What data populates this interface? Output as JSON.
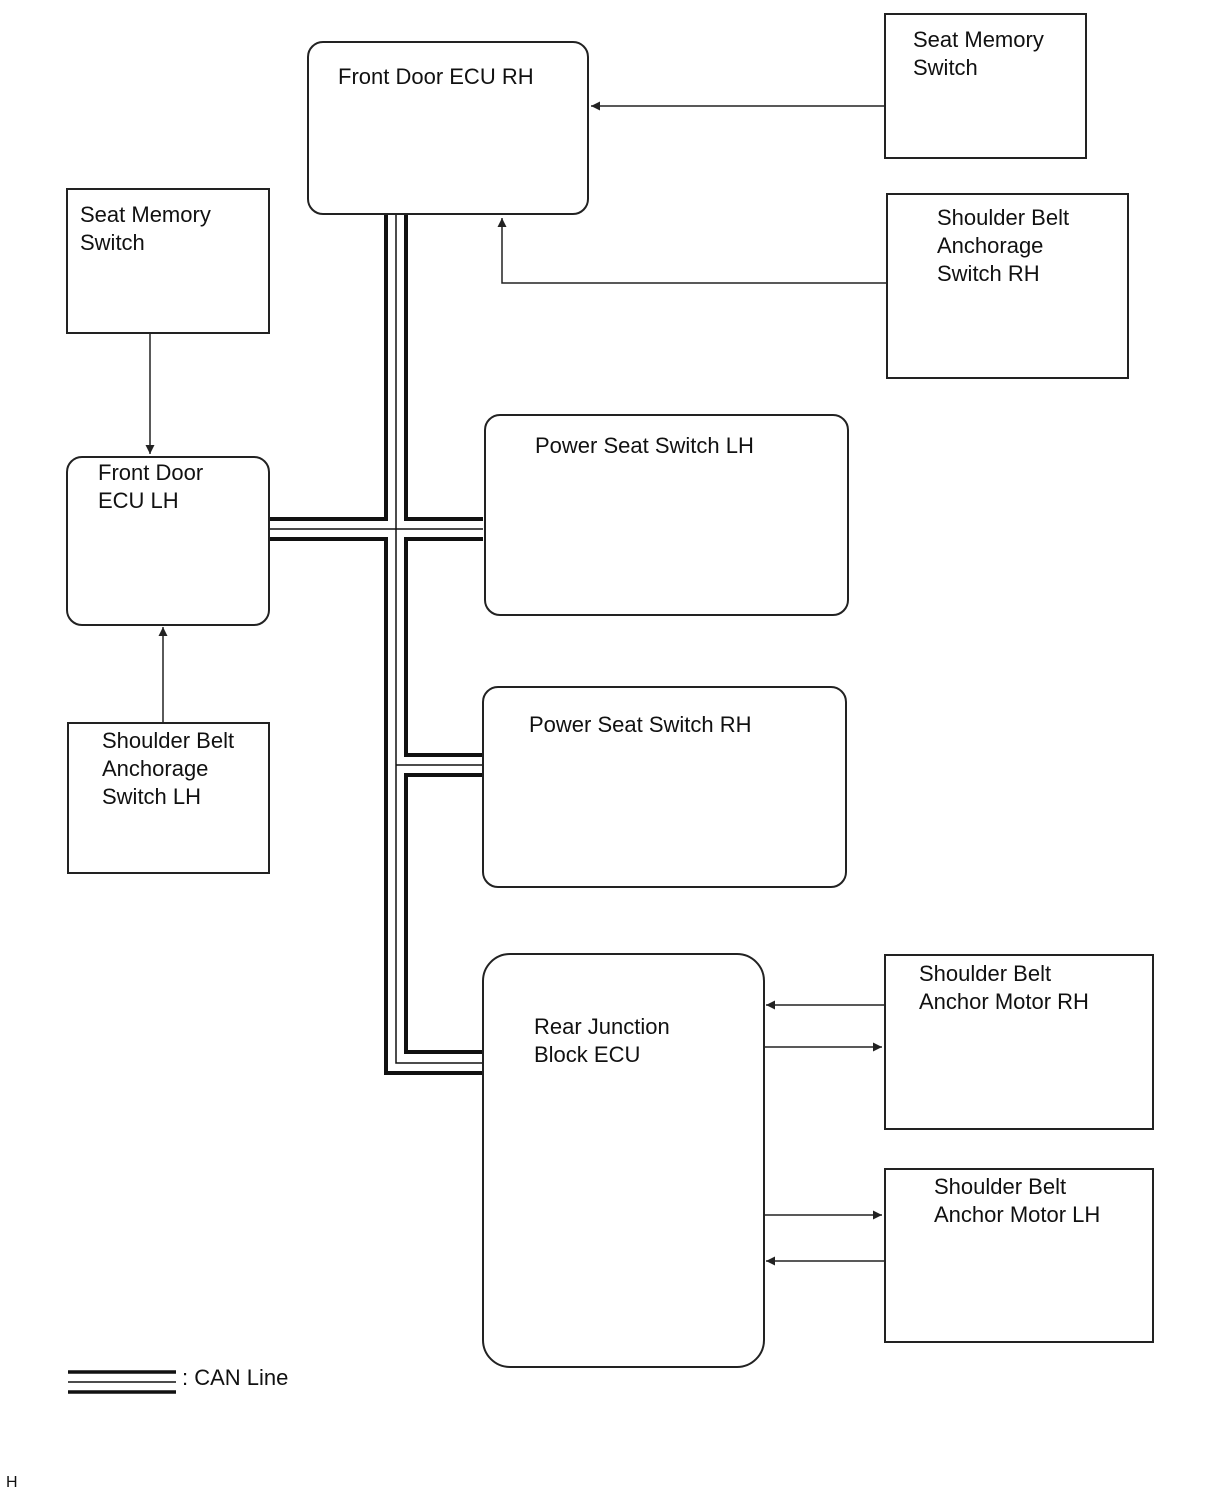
{
  "nodes": {
    "front_door_ecu_rh": "Front Door ECU RH",
    "seat_memory_switch_rh": "Seat Memory\nSwitch",
    "shoulder_belt_anchorage_switch_rh": "Shoulder Belt\nAnchorage\nSwitch RH",
    "seat_memory_switch_lh": "Seat Memory\nSwitch",
    "front_door_ecu_lh": "Front Door\nECU LH",
    "shoulder_belt_anchorage_switch_lh": "Shoulder Belt\nAnchorage\nSwitch LH",
    "power_seat_switch_lh": "Power Seat Switch LH",
    "power_seat_switch_rh": "Power Seat Switch RH",
    "rear_junction_block_ecu": "Rear Junction\nBlock ECU",
    "shoulder_belt_anchor_motor_rh": "Shoulder Belt\nAnchor Motor RH",
    "shoulder_belt_anchor_motor_lh": "Shoulder Belt\nAnchor Motor LH"
  },
  "legend": {
    "can_line_label": ": CAN Line"
  },
  "footer": {
    "mark": "H"
  }
}
